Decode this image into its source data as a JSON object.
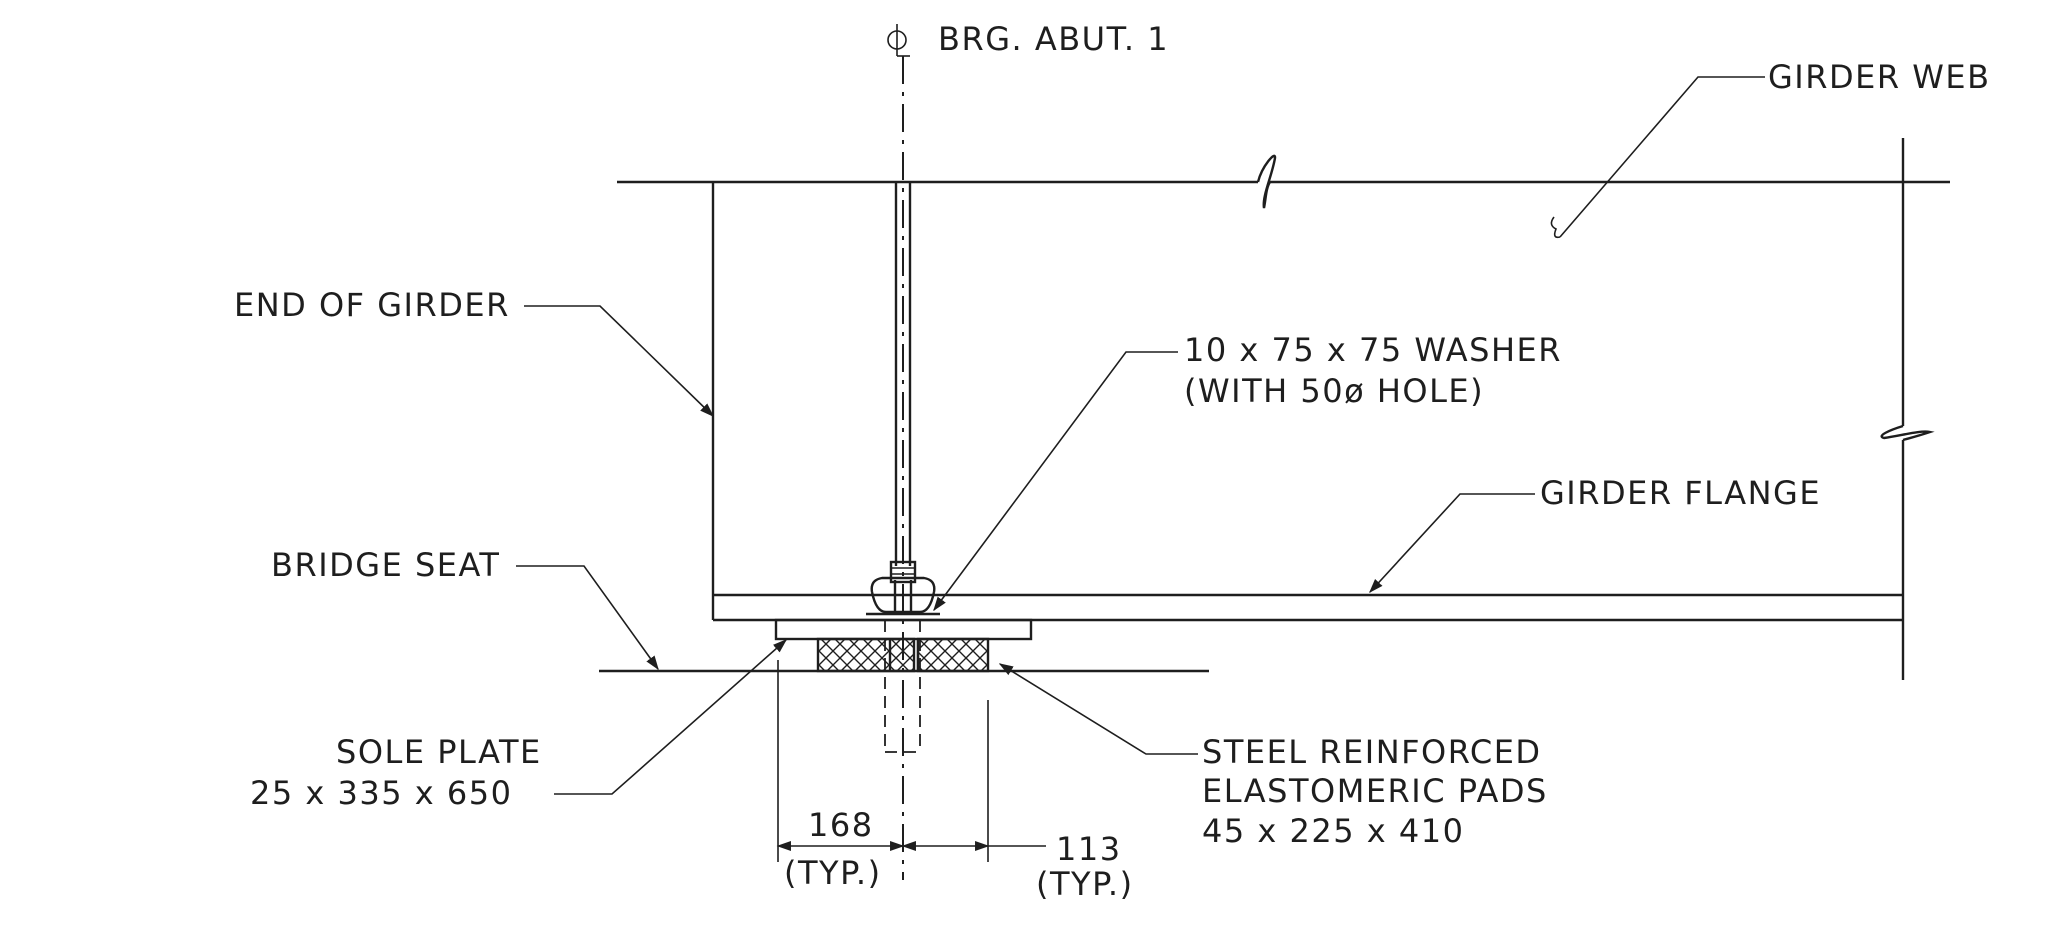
{
  "labels": {
    "cl_brg": "BRG. ABUT. 1",
    "girder_web": "GIRDER WEB",
    "end_of_girder": "END OF GIRDER",
    "washer_1": "10 x 75 x 75 WASHER",
    "washer_2": "(WITH 50ø HOLE)",
    "girder_flange": "GIRDER FLANGE",
    "bridge_seat": "BRIDGE SEAT",
    "sole_plate_1": "SOLE PLATE",
    "sole_plate_2": "25 x 335 x 650",
    "pads_1": "STEEL REINFORCED",
    "pads_2": "ELASTOMERIC PADS",
    "pads_3": "45 x 225 x 410",
    "dim_left": "168",
    "dim_left_typ": "(TYP.)",
    "dim_right": "113",
    "dim_right_typ": "(TYP.)"
  }
}
